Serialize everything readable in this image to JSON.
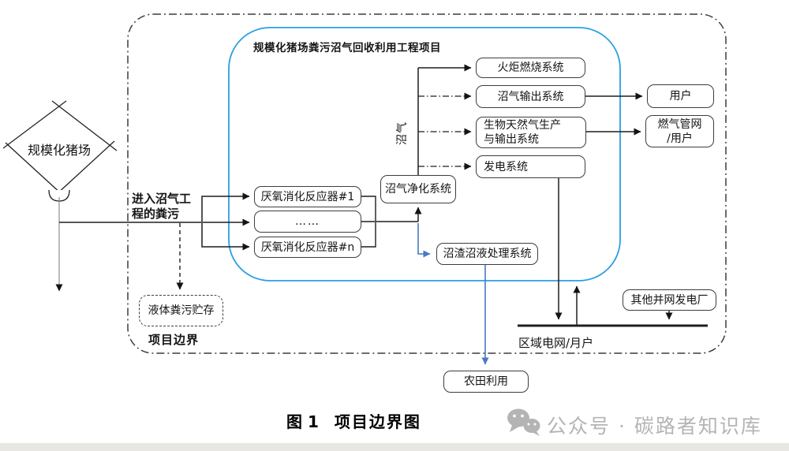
{
  "diagram": {
    "farm_label": "规模化猪场",
    "manure_label": "进入沼气工程的粪污",
    "project_title": "规模化猪场粪污沼气回收利用工程项目",
    "boxes": {
      "digester1": "厌氧消化反应器#1",
      "digester_dots": "……",
      "digesterN": "厌氧消化反应器#n",
      "purification": "沼气净化系统",
      "flare": "火炬燃烧系统",
      "biogas_output": "沼气输出系统",
      "bio_gas_line1": "生物天然气生产",
      "bio_gas_line2": "与输出系统",
      "power_generation": "发电系统",
      "slurry_treatment": "沼渣沼液处理系统",
      "users": "用户",
      "gas_grid_line1": "燃气管网",
      "gas_grid_line2": "/用户",
      "liquid_storage": "液体粪污贮存",
      "other_plants": "其他并网发电厂",
      "farmland": "农田利用"
    },
    "labels": {
      "biogas_flow": "沼气",
      "project_boundary": "项目边界",
      "regional_grid": "区域电网/月户"
    },
    "caption_fig": "图 1",
    "caption_title": "项目边界图",
    "watermark": "公众号 · 碳路者知识库",
    "colors": {
      "inner_boundary_blue": "#2b9fe2",
      "flow_blue": "#4a78c2",
      "line_dark": "#1f1f1f",
      "watermark_gray": "#b4b4b4",
      "footer_bar": "#e9e7e4"
    }
  }
}
